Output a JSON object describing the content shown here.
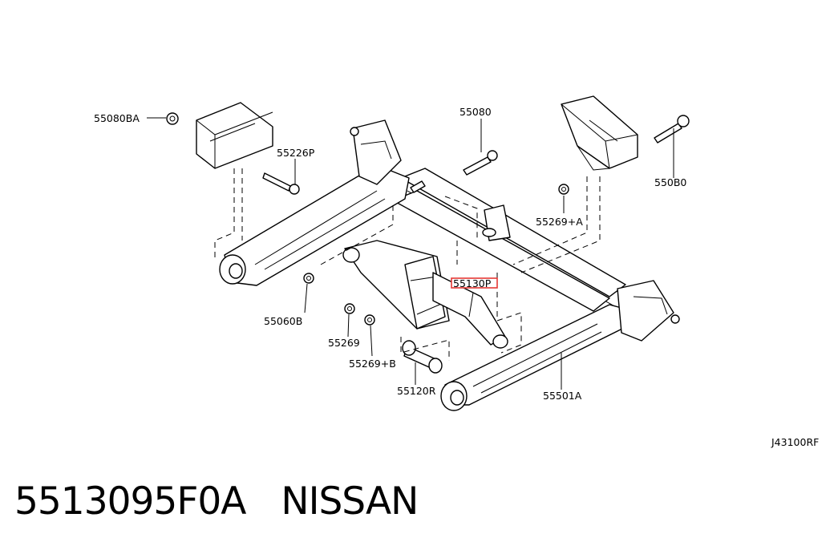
{
  "labels": {
    "p55080BA": "55080BA",
    "p55226P": "55226P",
    "p55080": "55080",
    "p550B0": "550B0",
    "p55269A": "55269+A",
    "p55130P": "55130P",
    "p55060B": "55060B",
    "p55269": "55269",
    "p55269B": "55269+B",
    "p55120R": "55120R",
    "p55501A": "55501A",
    "ref": "J43100RF"
  },
  "footer": {
    "part_number": "5513095F0A",
    "brand": "NISSAN"
  },
  "colors": {
    "highlight": "#e53935",
    "line": "#000000",
    "background": "#ffffff"
  }
}
